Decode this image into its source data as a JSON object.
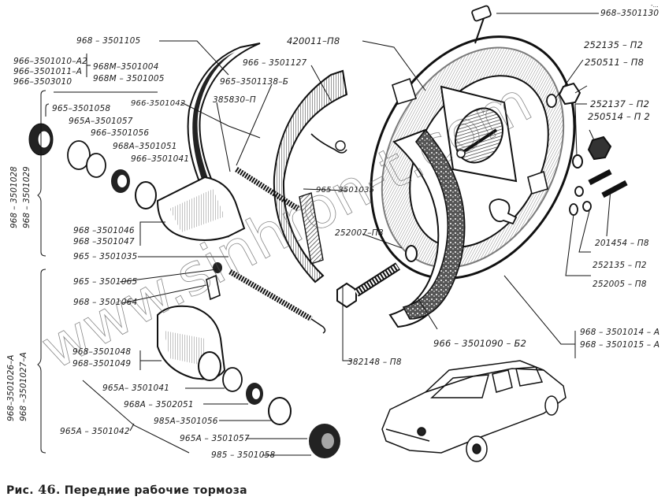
{
  "figure": {
    "caption_prefix": "Рис.",
    "caption_number": "46",
    "caption_text": ". Передние рабочие тормоза",
    "corner_mark": "-…",
    "watermark": "www.sinhron-t.com"
  },
  "labels": {
    "top_right": {
      "adjuster_bolt": "968–3501130",
      "washer_a": "252135 – П2",
      "nut_a": "250511 – П8",
      "washer_b": "252137 – П2",
      "nut_b": "250514 – П 2",
      "bolt": "201454 – П8",
      "washer_c": "252135 – П2",
      "washer_d": "252005 – П8"
    },
    "upper_left": {
      "shoe_lining": "968 – 3501105",
      "group_left": [
        "966–3501010–А2",
        "966–3501011–А",
        "966–3503010"
      ],
      "group_right": [
        "968М–3501004",
        "968М – 3501005"
      ],
      "cylinder_kit": "966-3501042",
      "cap": "965–3501058",
      "piston_seal": "965А–3501057",
      "piston": "966–3501056",
      "cup": "968А–3501051",
      "ring": "966–3501041",
      "cylinder_a": "968 –3501046",
      "cylinder_b": "968 –3501047",
      "spring_ref": "965 – 3501035",
      "vertical_group": [
        "968 – 3501028",
        "968 – 3501029"
      ]
    },
    "center": {
      "bracket_bolt": "420011–П8",
      "spring_pin": "966 – 3501127",
      "pin_b": "965–3501138–Б",
      "washer": "385830–П",
      "return_spring": "965– 3501035",
      "washer_center": "252007–П8",
      "hex_bolt": "382148 – П8",
      "shoe": "966 – 3501090 – Б2",
      "backplate_a": "968 – 3501014 – А",
      "backplate_b": "968 – 3501015 – А"
    },
    "lower_left": {
      "bleeder_cap": "965 – 3501065",
      "bleeder": "968 – 3501064",
      "cylinder_a": "968–3501048",
      "cylinder_b": "968–3501049",
      "ring": "965А– 3501041",
      "cup": "968А – 3502051",
      "piston": "985А–3501056",
      "piston_kit": "965А – 3501042",
      "seal": "965А – 3501057",
      "cap": "985 – 3501058",
      "vertical_group": [
        "968–3501026–А",
        "968 –3501027–А"
      ]
    }
  }
}
